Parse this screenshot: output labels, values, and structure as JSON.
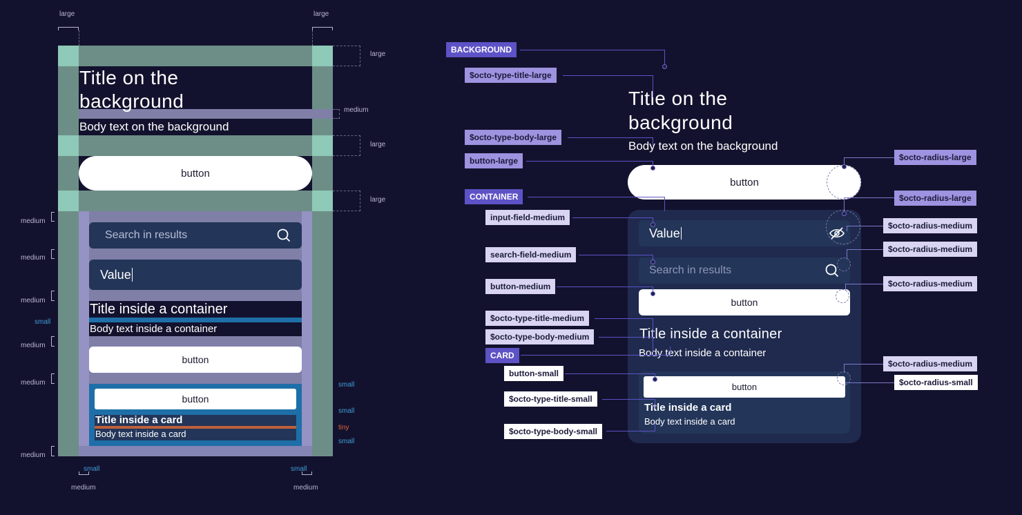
{
  "colors": {
    "background": "#13122e",
    "spacing_large": "#8fc9b7",
    "spacing_medium": "#9592c4",
    "spacing_small": "#1e6fa8",
    "spacing_tiny": "#d9643a",
    "container": "#1f2a4e",
    "field": "#233559"
  },
  "spacing_labels": {
    "large": "large",
    "medium": "medium",
    "small": "small",
    "tiny": "tiny"
  },
  "left": {
    "title": "Title on the background",
    "body": "Body text on the background",
    "button_large": "button",
    "search_placeholder": "Search in results",
    "input_value": "Value",
    "container_title": "Title inside a container",
    "container_body": "Body text inside a container",
    "button_medium": "button",
    "button_small": "button",
    "card_title": "Title inside a card",
    "card_body": "Body text inside a card"
  },
  "right": {
    "title": "Title on the background",
    "body": "Body text on the background",
    "button_large": "button",
    "input_value": "Value",
    "search_placeholder": "Search in results",
    "button_medium": "button",
    "container_title": "Title inside a container",
    "container_body": "Body text inside a container",
    "button_small": "button",
    "card_title": "Title inside a card",
    "card_body": "Body text inside a card"
  },
  "tags": {
    "background": "BACKGROUND",
    "title_large": "$octo-type-title-large",
    "body_large": "$octo-type-body-large",
    "button_large": "button-large",
    "container": "CONTAINER",
    "input_field_medium": "input-field-medium",
    "search_field_medium": "search-field-medium",
    "button_medium": "button-medium",
    "title_medium": "$octo-type-title-medium",
    "body_medium": "$octo-type-body-medium",
    "card": "CARD",
    "button_small": "button-small",
    "title_small": "$octo-type-title-small",
    "body_small": "$octo-type-body-small",
    "radius_large_1": "$octo-radius-large",
    "radius_large_2": "$octo-radius-large",
    "radius_medium_1": "$octo-radius-medium",
    "radius_medium_2": "$octo-radius-medium",
    "radius_medium_3": "$octo-radius-medium",
    "radius_medium_4": "$octo-radius-medium",
    "radius_small": "$octo-radius-small"
  },
  "icons": {
    "search": "search-icon",
    "visibility_off": "eye-off-icon"
  }
}
